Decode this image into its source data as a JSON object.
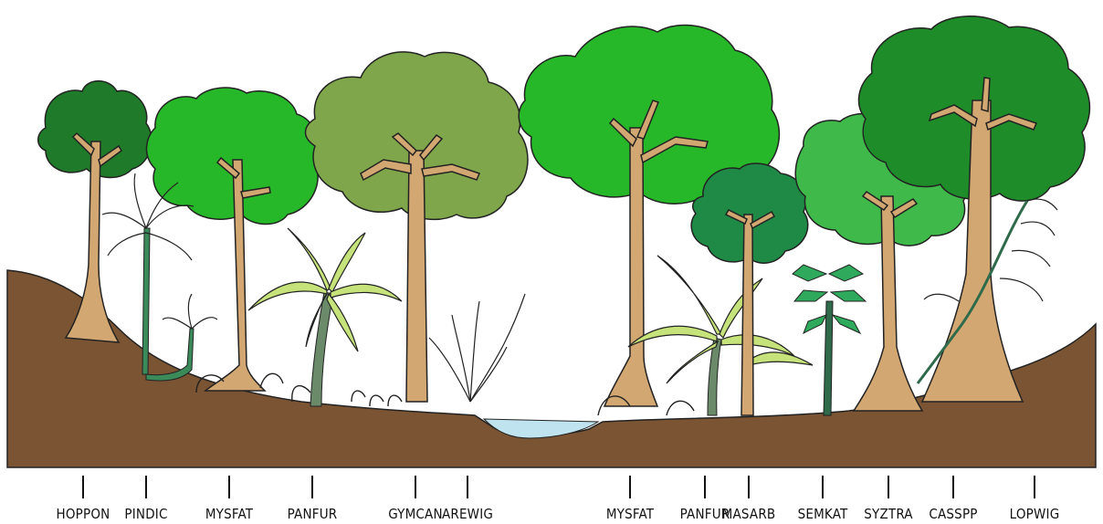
{
  "labels": [
    {
      "text": "HOPPON"
    },
    {
      "text": "PINDIC"
    },
    {
      "text": "MYSFAT"
    },
    {
      "text": "PANFUR"
    },
    {
      "text": "GYMCAN"
    },
    {
      "text": "AREWIG"
    },
    {
      "text": "MYSFAT"
    },
    {
      "text": "PANFUR"
    },
    {
      "text": "MASARB"
    },
    {
      "text": "SEMKAT"
    },
    {
      "text": "SYZTRA"
    },
    {
      "text": "CASSPP"
    },
    {
      "text": "LOPWIG"
    }
  ],
  "colors": {
    "ground": "#7a5433",
    "water": "#bfe3ef",
    "trunk": "#d2a772",
    "dark_green": "#1f7a2a",
    "bright_green": "#27b82a",
    "olive_green": "#7fa64b",
    "sea_green": "#2a9a4c",
    "light_green": "#3fb94a",
    "palm_green": "#c5e37a"
  }
}
